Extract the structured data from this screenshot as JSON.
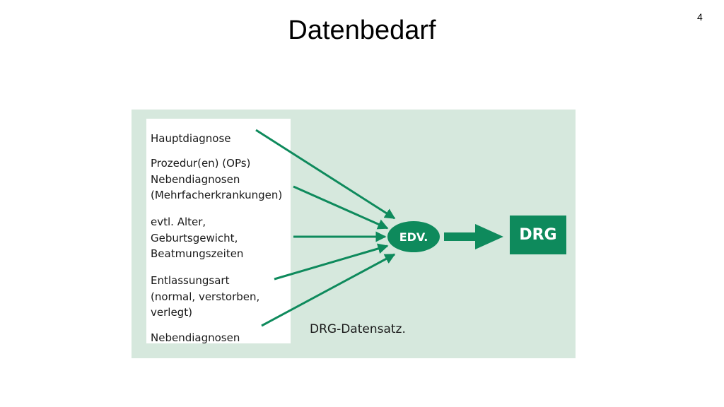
{
  "slide": {
    "title": "Datenbedarf",
    "number": "4"
  },
  "diagram": {
    "inputs": [
      "Hauptdiagnose",
      "Prozedur(en) (OPs)",
      "Nebendiagnosen",
      "(Mehrfacherkrankungen)",
      "evtl. Alter,",
      "Geburtsgewicht,",
      "Beatmungszeiten",
      "Entlassungsart",
      "(normal, verstorben,",
      "verlegt)",
      "Nebendiagnosen"
    ],
    "processor": "EDV.",
    "output": "DRG",
    "dataset_label": "DRG-Datensatz.",
    "colors": {
      "arrow": "#0e8a5c",
      "panel": "#d6e8dd",
      "node": "#0e8a5c"
    }
  }
}
